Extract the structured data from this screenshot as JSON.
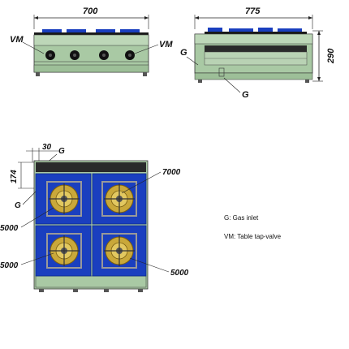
{
  "front_view": {
    "width_dim": "700",
    "left_label": "VM",
    "right_label": "VM"
  },
  "side_view": {
    "depth_dim": "775",
    "height_dim": "290",
    "gas_label_top": "G",
    "gas_label_bottom": "G"
  },
  "top_view": {
    "offset_dim": "30",
    "gas_label_top": "G",
    "inlet_dim": "174",
    "gas_label_left": "G",
    "power_top_right": "7000",
    "power_left_upper": "5000",
    "power_left_lower": "5000",
    "power_bottom_right": "5000"
  },
  "legend": {
    "gas_inlet": "G: Gas inlet",
    "valve": "VM: Table tap-valve"
  },
  "colors": {
    "body_green": "#a9c9a4",
    "burner_blue": "#1a3fbf",
    "burner_gold": "#c9a83a",
    "grate_black": "#1a1a1a"
  }
}
